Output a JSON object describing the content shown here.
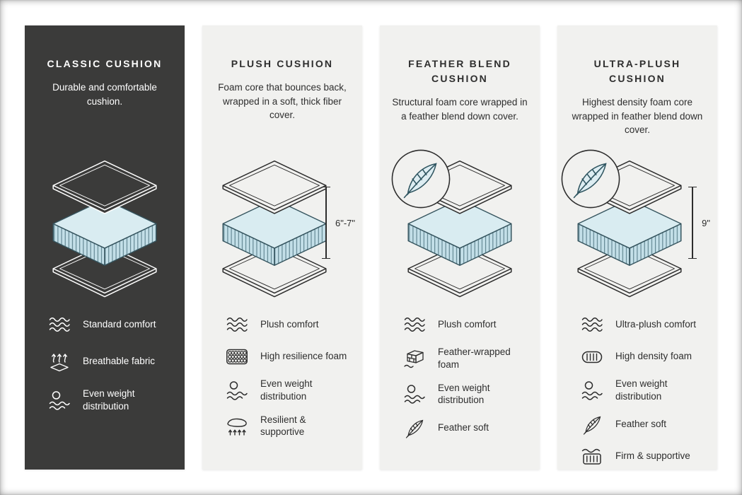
{
  "colors": {
    "dark_panel": "#3b3b3a",
    "light_panel": "#f1f1ef",
    "foam_top": "#d9ecf1",
    "foam_side": "#c3dfe8",
    "ink": "#2d2d2d"
  },
  "columns": [
    {
      "id": "classic",
      "theme": "dark",
      "title": "CLASSIC CUSHION",
      "description": "Durable and comfortable cushion.",
      "diagram": {
        "feather_badge": false,
        "height_label": ""
      },
      "features": [
        {
          "icon": "waves-icon",
          "label": "Standard comfort"
        },
        {
          "icon": "breathable-icon",
          "label": "Breathable fabric"
        },
        {
          "icon": "even-weight-icon",
          "label": "Even weight distribution"
        }
      ]
    },
    {
      "id": "plush",
      "theme": "light",
      "title": "PLUSH CUSHION",
      "description": "Foam core that bounces back, wrapped in a soft, thick fiber cover.",
      "diagram": {
        "feather_badge": false,
        "height_label": "6\"-7\""
      },
      "features": [
        {
          "icon": "waves-icon",
          "label": "Plush comfort"
        },
        {
          "icon": "foam-cells-icon",
          "label": "High resilience foam"
        },
        {
          "icon": "even-weight-icon",
          "label": "Even weight distribution"
        },
        {
          "icon": "spring-icon",
          "label": "Resilient & supportive"
        }
      ]
    },
    {
      "id": "feather-blend",
      "theme": "light",
      "title": "FEATHER BLEND CUSHION",
      "description": "Structural foam core wrapped in a feather blend down cover.",
      "diagram": {
        "feather_badge": true,
        "height_label": ""
      },
      "features": [
        {
          "icon": "waves-icon",
          "label": "Plush comfort"
        },
        {
          "icon": "feather-foam-icon",
          "label": "Feather-wrapped foam"
        },
        {
          "icon": "even-weight-icon",
          "label": "Even weight distribution"
        },
        {
          "icon": "feather-icon",
          "label": "Feather soft"
        }
      ]
    },
    {
      "id": "ultra-plush",
      "theme": "light",
      "title": "ULTRA-PLUSH CUSHION",
      "description": "Highest density foam core wrapped in feather blend down cover.",
      "diagram": {
        "feather_badge": true,
        "height_label": "9\""
      },
      "features": [
        {
          "icon": "waves-icon",
          "label": "Ultra-plush comfort"
        },
        {
          "icon": "density-icon",
          "label": "High density foam"
        },
        {
          "icon": "even-weight-icon",
          "label": "Even weight distribution"
        },
        {
          "icon": "feather-icon",
          "label": "Feather soft"
        },
        {
          "icon": "firm-icon",
          "label": "Firm & supportive"
        }
      ]
    }
  ]
}
